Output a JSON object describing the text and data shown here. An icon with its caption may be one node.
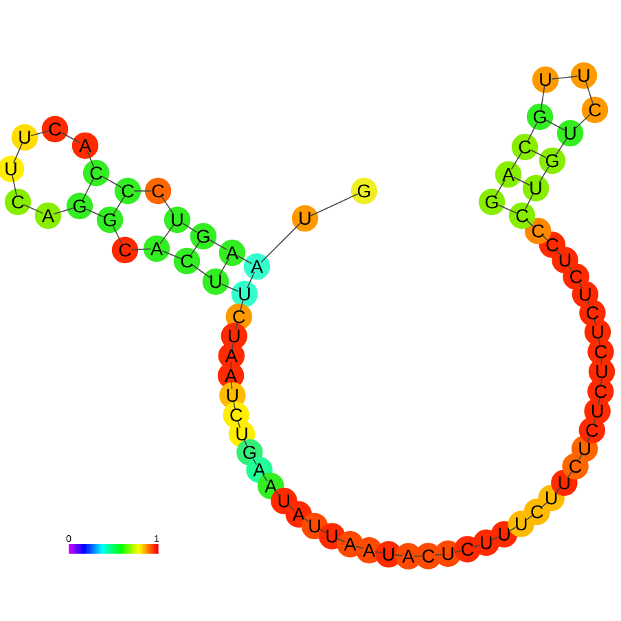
{
  "diagram": {
    "nodes": [
      {
        "text": [
          "G"
        ]
      },
      {
        "text": [
          "U"
        ]
      },
      {
        "text": [
          "A"
        ]
      },
      {
        "text": [
          "A"
        ]
      },
      {
        "text": [
          "G"
        ]
      },
      {
        "text": [
          "U"
        ]
      },
      {
        "text": [
          "C"
        ]
      },
      {
        "text": [
          "C"
        ]
      },
      {
        "text": [
          "C"
        ]
      },
      {
        "text": [
          "A"
        ]
      },
      {
        "text": [
          "C"
        ]
      },
      {
        "text": [
          "U"
        ]
      },
      {
        "text": [
          "U"
        ]
      },
      {
        "text": [
          "C"
        ]
      },
      {
        "text": [
          "A"
        ]
      },
      {
        "text": [
          "G"
        ]
      },
      {
        "text": [
          "G"
        ]
      },
      {
        "text": [
          "C"
        ]
      },
      {
        "text": [
          "A"
        ]
      },
      {
        "text": [
          "C"
        ]
      },
      {
        "text": [
          "U"
        ]
      },
      {
        "text": [
          "U"
        ]
      },
      {
        "text": [
          "C"
        ]
      },
      {
        "text": [
          "U"
        ]
      },
      {
        "text": [
          "A"
        ]
      },
      {
        "text": [
          "A"
        ]
      },
      {
        "text": [
          "U"
        ]
      },
      {
        "text": [
          "C"
        ]
      },
      {
        "text": [
          "U"
        ]
      },
      {
        "text": [
          "G"
        ]
      },
      {
        "text": [
          "A"
        ]
      },
      {
        "text": [
          "A"
        ]
      },
      {
        "text": [
          "U"
        ]
      },
      {
        "text": [
          "A"
        ]
      },
      {
        "text": [
          "U"
        ]
      },
      {
        "text": [
          "U"
        ]
      },
      {
        "text": [
          "A"
        ]
      },
      {
        "text": [
          "A"
        ]
      },
      {
        "text": [
          "U"
        ]
      },
      {
        "text": [
          "A"
        ]
      },
      {
        "text": [
          "C"
        ]
      },
      {
        "text": [
          "U"
        ]
      },
      {
        "text": [
          "C"
        ]
      },
      {
        "text": [
          "U"
        ]
      },
      {
        "text": [
          "U"
        ]
      },
      {
        "text": [
          "U"
        ]
      },
      {
        "text": [
          "C"
        ]
      },
      {
        "text": [
          "U"
        ]
      },
      {
        "text": [
          "U"
        ]
      },
      {
        "text": [
          "C"
        ]
      },
      {
        "text": [
          "U"
        ]
      },
      {
        "text": [
          "C"
        ]
      },
      {
        "text": [
          "U"
        ]
      },
      {
        "text": [
          "C"
        ]
      },
      {
        "text": [
          "U"
        ]
      },
      {
        "text": [
          "C"
        ]
      },
      {
        "text": [
          "U"
        ]
      },
      {
        "text": [
          "C"
        ]
      },
      {
        "text": [
          "U"
        ]
      },
      {
        "text": [
          "C"
        ]
      },
      {
        "text": [
          "U"
        ]
      },
      {
        "text": [
          "C"
        ]
      },
      {
        "text": [
          "C"
        ]
      },
      {
        "text": [
          "C"
        ]
      },
      {
        "text": [
          "U"
        ]
      },
      {
        "text": [
          "G"
        ]
      },
      {
        "text": [
          "U"
        ]
      },
      {
        "text": [
          "C"
        ]
      },
      {
        "text": [
          "U"
        ]
      },
      {
        "text": [
          "U"
        ]
      },
      {
        "text": [
          "G"
        ]
      },
      {
        "text": [
          "C"
        ]
      },
      {
        "text": [
          "A"
        ]
      },
      {
        "text": [
          "G"
        ]
      }
    ],
    "edges": [
      {
        "from": 0,
        "to": 1,
        "arrow": "none"
      },
      {
        "from": 1,
        "to": 2,
        "arrow": "none"
      },
      {
        "from": 2,
        "to": 3,
        "arrow": "none"
      },
      {
        "from": 3,
        "to": 4,
        "arrow": "none"
      },
      {
        "from": 4,
        "to": 5,
        "arrow": "none"
      },
      {
        "from": 5,
        "to": 6,
        "arrow": "none"
      },
      {
        "from": 6,
        "to": 7,
        "arrow": "none"
      },
      {
        "from": 7,
        "to": 8,
        "arrow": "none"
      },
      {
        "from": 8,
        "to": 9,
        "arrow": "none"
      },
      {
        "from": 9,
        "to": 10,
        "arrow": "none"
      },
      {
        "from": 10,
        "to": 11,
        "arrow": "none"
      },
      {
        "from": 11,
        "to": 12,
        "arrow": "none"
      },
      {
        "from": 12,
        "to": 13,
        "arrow": "none"
      },
      {
        "from": 13,
        "to": 14,
        "arrow": "none"
      },
      {
        "from": 14,
        "to": 15,
        "arrow": "none"
      },
      {
        "from": 15,
        "to": 16,
        "arrow": "none"
      },
      {
        "from": 16,
        "to": 17,
        "arrow": "none"
      },
      {
        "from": 17,
        "to": 18,
        "arrow": "none"
      },
      {
        "from": 18,
        "to": 19,
        "arrow": "none"
      },
      {
        "from": 19,
        "to": 20,
        "arrow": "none"
      },
      {
        "from": 20,
        "to": 21,
        "arrow": "none"
      },
      {
        "from": 21,
        "to": 22,
        "arrow": "none"
      },
      {
        "from": 22,
        "to": 23,
        "arrow": "none"
      },
      {
        "from": 23,
        "to": 24,
        "arrow": "none"
      },
      {
        "from": 24,
        "to": 25,
        "arrow": "none"
      },
      {
        "from": 25,
        "to": 26,
        "arrow": "none"
      },
      {
        "from": 26,
        "to": 27,
        "arrow": "none"
      },
      {
        "from": 27,
        "to": 28,
        "arrow": "none"
      },
      {
        "from": 28,
        "to": 29,
        "arrow": "none"
      },
      {
        "from": 29,
        "to": 30,
        "arrow": "none"
      },
      {
        "from": 30,
        "to": 31,
        "arrow": "none"
      },
      {
        "from": 31,
        "to": 32,
        "arrow": "none"
      },
      {
        "from": 32,
        "to": 33,
        "arrow": "none"
      },
      {
        "from": 33,
        "to": 34,
        "arrow": "none"
      },
      {
        "from": 34,
        "to": 35,
        "arrow": "none"
      },
      {
        "from": 35,
        "to": 36,
        "arrow": "none"
      },
      {
        "from": 36,
        "to": 37,
        "arrow": "none"
      },
      {
        "from": 37,
        "to": 38,
        "arrow": "none"
      },
      {
        "from": 38,
        "to": 39,
        "arrow": "none"
      },
      {
        "from": 39,
        "to": 40,
        "arrow": "none"
      },
      {
        "from": 40,
        "to": 41,
        "arrow": "none"
      },
      {
        "from": 41,
        "to": 42,
        "arrow": "none"
      },
      {
        "from": 42,
        "to": 43,
        "arrow": "none"
      },
      {
        "from": 43,
        "to": 44,
        "arrow": "none"
      },
      {
        "from": 44,
        "to": 45,
        "arrow": "none"
      },
      {
        "from": 45,
        "to": 46,
        "arrow": "none"
      },
      {
        "from": 46,
        "to": 47,
        "arrow": "none"
      },
      {
        "from": 47,
        "to": 48,
        "arrow": "none"
      },
      {
        "from": 48,
        "to": 49,
        "arrow": "none"
      },
      {
        "from": 49,
        "to": 50,
        "arrow": "none"
      },
      {
        "from": 50,
        "to": 51,
        "arrow": "none"
      },
      {
        "from": 51,
        "to": 52,
        "arrow": "none"
      },
      {
        "from": 52,
        "to": 53,
        "arrow": "none"
      },
      {
        "from": 53,
        "to": 54,
        "arrow": "none"
      },
      {
        "from": 54,
        "to": 55,
        "arrow": "none"
      },
      {
        "from": 55,
        "to": 56,
        "arrow": "none"
      },
      {
        "from": 56,
        "to": 57,
        "arrow": "none"
      },
      {
        "from": 57,
        "to": 58,
        "arrow": "none"
      },
      {
        "from": 58,
        "to": 59,
        "arrow": "none"
      },
      {
        "from": 59,
        "to": 60,
        "arrow": "none"
      },
      {
        "from": 60,
        "to": 61,
        "arrow": "none"
      },
      {
        "from": 61,
        "to": 62,
        "arrow": "none"
      },
      {
        "from": 62,
        "to": 63,
        "arrow": "none"
      },
      {
        "from": 63,
        "to": 64,
        "arrow": "none"
      },
      {
        "from": 64,
        "to": 65,
        "arrow": "none"
      },
      {
        "from": 65,
        "to": 66,
        "arrow": "none"
      },
      {
        "from": 66,
        "to": 67,
        "arrow": "none"
      },
      {
        "from": 67,
        "to": 68,
        "arrow": "none"
      },
      {
        "from": 68,
        "to": 69,
        "arrow": "none"
      },
      {
        "from": 69,
        "to": 70,
        "arrow": "none"
      },
      {
        "from": 70,
        "to": 71,
        "arrow": "none"
      },
      {
        "from": 71,
        "to": 72,
        "arrow": "none"
      },
      {
        "from": 72,
        "to": 73,
        "arrow": "none"
      },
      {
        "from": 2,
        "to": 21,
        "arrow": "none"
      },
      {
        "from": 3,
        "to": 20,
        "arrow": "none"
      },
      {
        "from": 4,
        "to": 19,
        "arrow": "none"
      },
      {
        "from": 5,
        "to": 18,
        "arrow": "none"
      },
      {
        "from": 7,
        "to": 16,
        "arrow": "none"
      },
      {
        "from": 8,
        "to": 15,
        "arrow": "none"
      },
      {
        "from": 63,
        "to": 73,
        "arrow": "none"
      },
      {
        "from": 64,
        "to": 72,
        "arrow": "none"
      },
      {
        "from": 65,
        "to": 71,
        "arrow": "none"
      },
      {
        "from": 66,
        "to": 70,
        "arrow": "none"
      }
    ],
    "labels": [
      "0",
      "1"
    ]
  }
}
